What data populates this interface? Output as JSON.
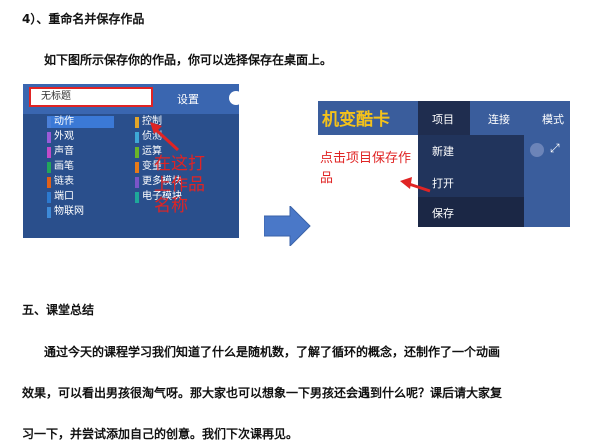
{
  "section4": {
    "heading": "4）、重命名并保存作品",
    "instruction": "如下图所示保存你的作品，你可以选择保存在桌面上。"
  },
  "left_screenshot": {
    "title_input_value": "无标题",
    "settings_label": "设置",
    "categories_left": [
      {
        "label": "动作",
        "color": "#4a7fd8"
      },
      {
        "label": "外观",
        "color": "#9b5bd8"
      },
      {
        "label": "声音",
        "color": "#c24bc8"
      },
      {
        "label": "画笔",
        "color": "#22a75a"
      },
      {
        "label": "链表",
        "color": "#e06018"
      },
      {
        "label": "端口",
        "color": "#2c7ad0"
      },
      {
        "label": "物联网",
        "color": "#3d8ad8"
      }
    ],
    "categories_right": [
      {
        "label": "控制",
        "color": "#e2a52a"
      },
      {
        "label": "侦测",
        "color": "#3ea8d6"
      },
      {
        "label": "运算",
        "color": "#6ab52a"
      },
      {
        "label": "变量",
        "color": "#e87a18"
      },
      {
        "label": "更多模块",
        "color": "#7a55c8"
      },
      {
        "label": "电子模块",
        "color": "#1ea89a"
      }
    ],
    "annotation": "在这打上作品名称"
  },
  "right_screenshot": {
    "logo": "机变酷卡",
    "menu": [
      "项目",
      "连接",
      "模式"
    ],
    "dropdown_items": [
      "新建",
      "打开",
      "保存"
    ],
    "annotation": "点击项目保存作品"
  },
  "section5": {
    "heading": "五、课堂总结",
    "lines": [
      "通过今天的课程学习我们知道了什么是随机数，了解了循环的概念，还制作了一个动画",
      "效果，可以看出男孩很淘气呀。那大家也可以想象一下男孩还会遇到什么呢？课后请大家复",
      "习一下，并尝试添加自己的创意。我们下次课再见。"
    ]
  },
  "colors": {
    "red_annotation": "#e02424",
    "arrow_blue": "#4a78c8",
    "logo_yellow": "#f4c21a"
  }
}
